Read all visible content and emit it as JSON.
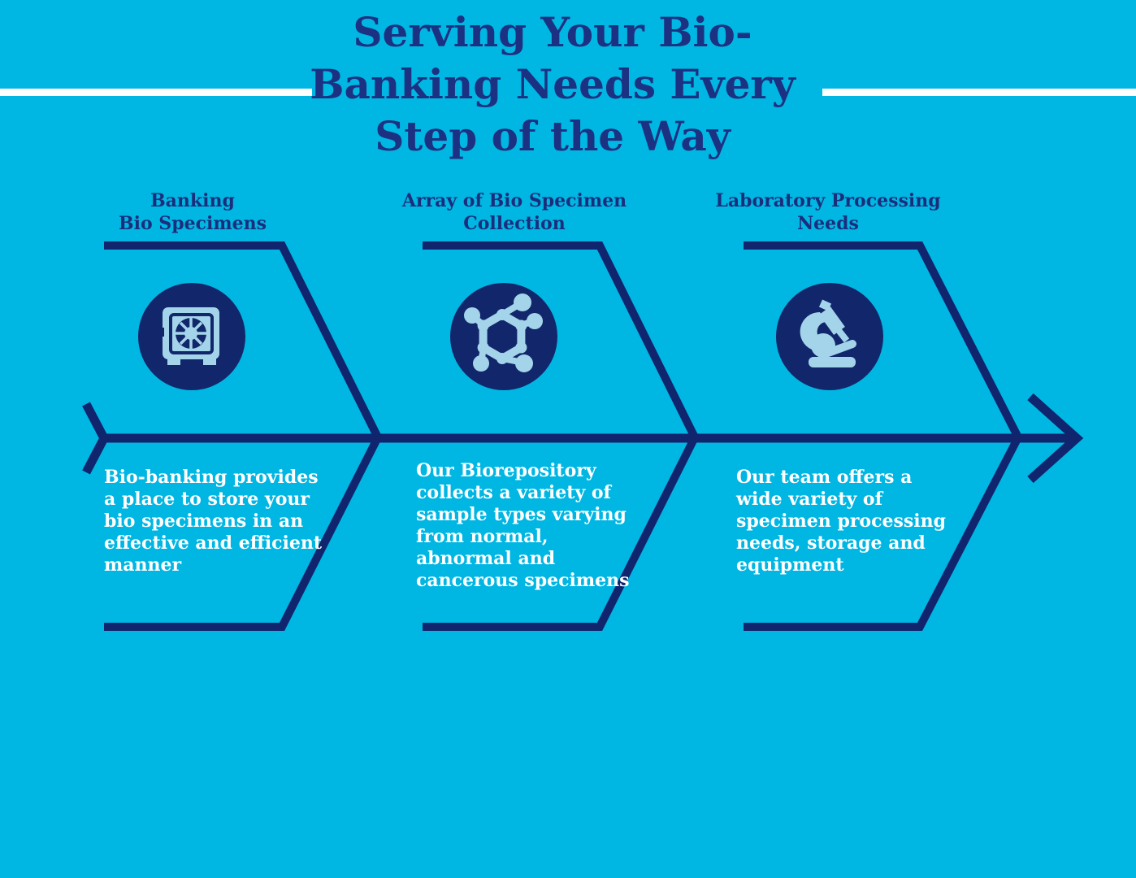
{
  "title": {
    "lines": [
      "Serving Your Bio-",
      "Banking Needs Every",
      "Step of the Way"
    ]
  },
  "steps": [
    {
      "icon": "safe-icon",
      "header_lines": [
        "Banking",
        "Bio Specimens"
      ],
      "body_lines": [
        "Bio-banking provides",
        "a place to store your",
        "bio specimens in an",
        "effective and efficient",
        "manner"
      ]
    },
    {
      "icon": "molecule-icon",
      "header_lines": [
        "Array of Bio Specimen",
        "Collection"
      ],
      "body_lines": [
        "Our Biorepository",
        "collects a variety of",
        "sample types varying",
        "from normal,",
        "abnormal and",
        "cancerous specimens"
      ]
    },
    {
      "icon": "microscope-icon",
      "header_lines": [
        "Laboratory Processing",
        "Needs"
      ],
      "body_lines": [
        "Our team offers a",
        "wide variety of",
        "specimen processing",
        "needs, storage and",
        "equipment"
      ]
    }
  ],
  "colors": {
    "background": "#00b6e3",
    "outline_navy": "#10256e",
    "title_navy": "#1c3181",
    "header_navy": "#1b2e7c",
    "icon_circle_navy": "#12266b",
    "icon_glyph_light_blue": "#a4d4ea",
    "body_text": "#ffffff",
    "divider_white": "#ffffff"
  }
}
